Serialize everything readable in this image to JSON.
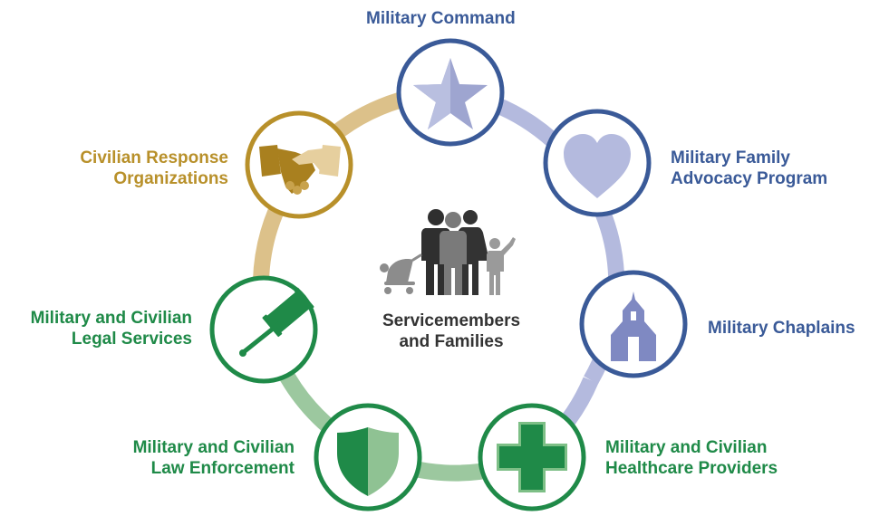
{
  "center": {
    "line1": "Servicemembers",
    "line2": "and Families"
  },
  "nodes": {
    "military_command": {
      "label": "Military Command",
      "icon": "star-icon"
    },
    "family_advocacy": {
      "label_line1": "Military Family",
      "label_line2": "Advocacy Program",
      "icon": "heart-icon"
    },
    "chaplains": {
      "label": "Military Chaplains",
      "icon": "chapel-icon"
    },
    "healthcare": {
      "label_line1": "Military and Civilian",
      "label_line2": "Healthcare Providers",
      "icon": "medical-cross-icon"
    },
    "law_enforcement": {
      "label_line1": "Military and Civilian",
      "label_line2": "Law Enforcement",
      "icon": "shield-icon"
    },
    "legal_services": {
      "label_line1": "Military and Civilian",
      "label_line2": "Legal Services",
      "icon": "gavel-icon"
    },
    "civilian_response": {
      "label_line1": "Civilian Response",
      "label_line2": "Organizations",
      "icon": "handshake-icon"
    }
  },
  "colors": {
    "blue": "#3a5a98",
    "blue_ring": "#b4bade",
    "gold": "#b8902a",
    "gold_ring": "#dcc18a",
    "green": "#1f8a48",
    "green_ring": "#9cc89f",
    "family_dark": "#333333",
    "family_gray": "#8c8c8c"
  }
}
